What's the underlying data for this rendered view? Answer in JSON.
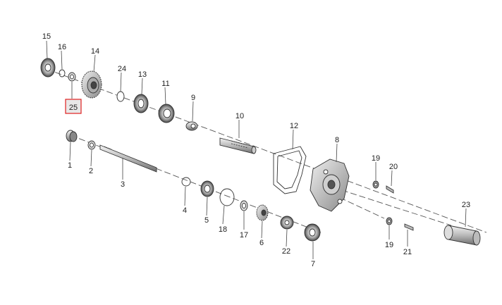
{
  "diagram": {
    "type": "exploded-parts-diagram",
    "highlighted_callout": "25",
    "highlight_color": "#e02020",
    "callouts": [
      {
        "id": "c1",
        "label": "1"
      },
      {
        "id": "c2",
        "label": "2"
      },
      {
        "id": "c3",
        "label": "3"
      },
      {
        "id": "c4",
        "label": "4"
      },
      {
        "id": "c5",
        "label": "5"
      },
      {
        "id": "c6",
        "label": "6"
      },
      {
        "id": "c7",
        "label": "7"
      },
      {
        "id": "c8",
        "label": "8"
      },
      {
        "id": "c9",
        "label": "9"
      },
      {
        "id": "c10",
        "label": "10"
      },
      {
        "id": "c11",
        "label": "11"
      },
      {
        "id": "c12",
        "label": "12"
      },
      {
        "id": "c13",
        "label": "13"
      },
      {
        "id": "c14",
        "label": "14"
      },
      {
        "id": "c15",
        "label": "15"
      },
      {
        "id": "c16",
        "label": "16"
      },
      {
        "id": "c17",
        "label": "17"
      },
      {
        "id": "c18",
        "label": "18"
      },
      {
        "id": "c19a",
        "label": "19"
      },
      {
        "id": "c19b",
        "label": "19"
      },
      {
        "id": "c20",
        "label": "20"
      },
      {
        "id": "c21",
        "label": "21"
      },
      {
        "id": "c22",
        "label": "22"
      },
      {
        "id": "c23",
        "label": "23"
      },
      {
        "id": "c24",
        "label": "24"
      },
      {
        "id": "c25",
        "label": "25"
      }
    ]
  }
}
